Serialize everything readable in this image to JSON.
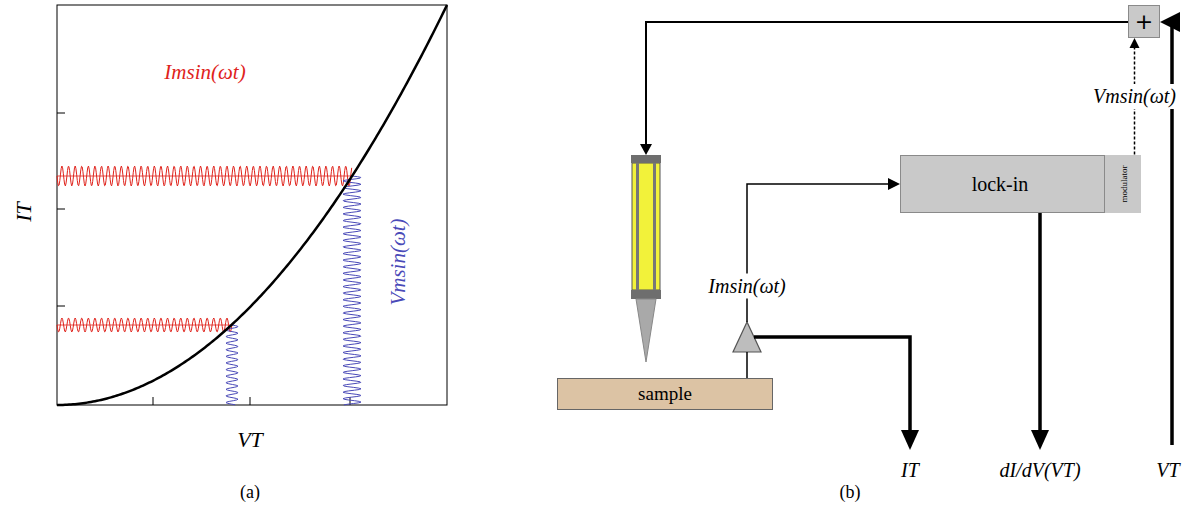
{
  "diagram": {
    "nodes": [
      {
        "text": [
          "+"
        ]
      },
      {
        "text": [
          "lock-in"
        ]
      },
      {
        "text": [
          "modulator"
        ],
        "in": 1
      },
      {
        "text": [
          "sample"
        ]
      }
    ],
    "edges": [
      {
        "from": 2,
        "to": 0,
        "arrow": "to",
        "label": "Vmsin(ωt)"
      }
    ],
    "labels": [
      "Imsin(ωt)",
      "Vmsin(ωt)",
      "IT",
      "VT",
      "(a)",
      "Imsin(ωt)",
      "IT",
      "dI/dV(VT)",
      "VT",
      "(b)"
    ]
  }
}
